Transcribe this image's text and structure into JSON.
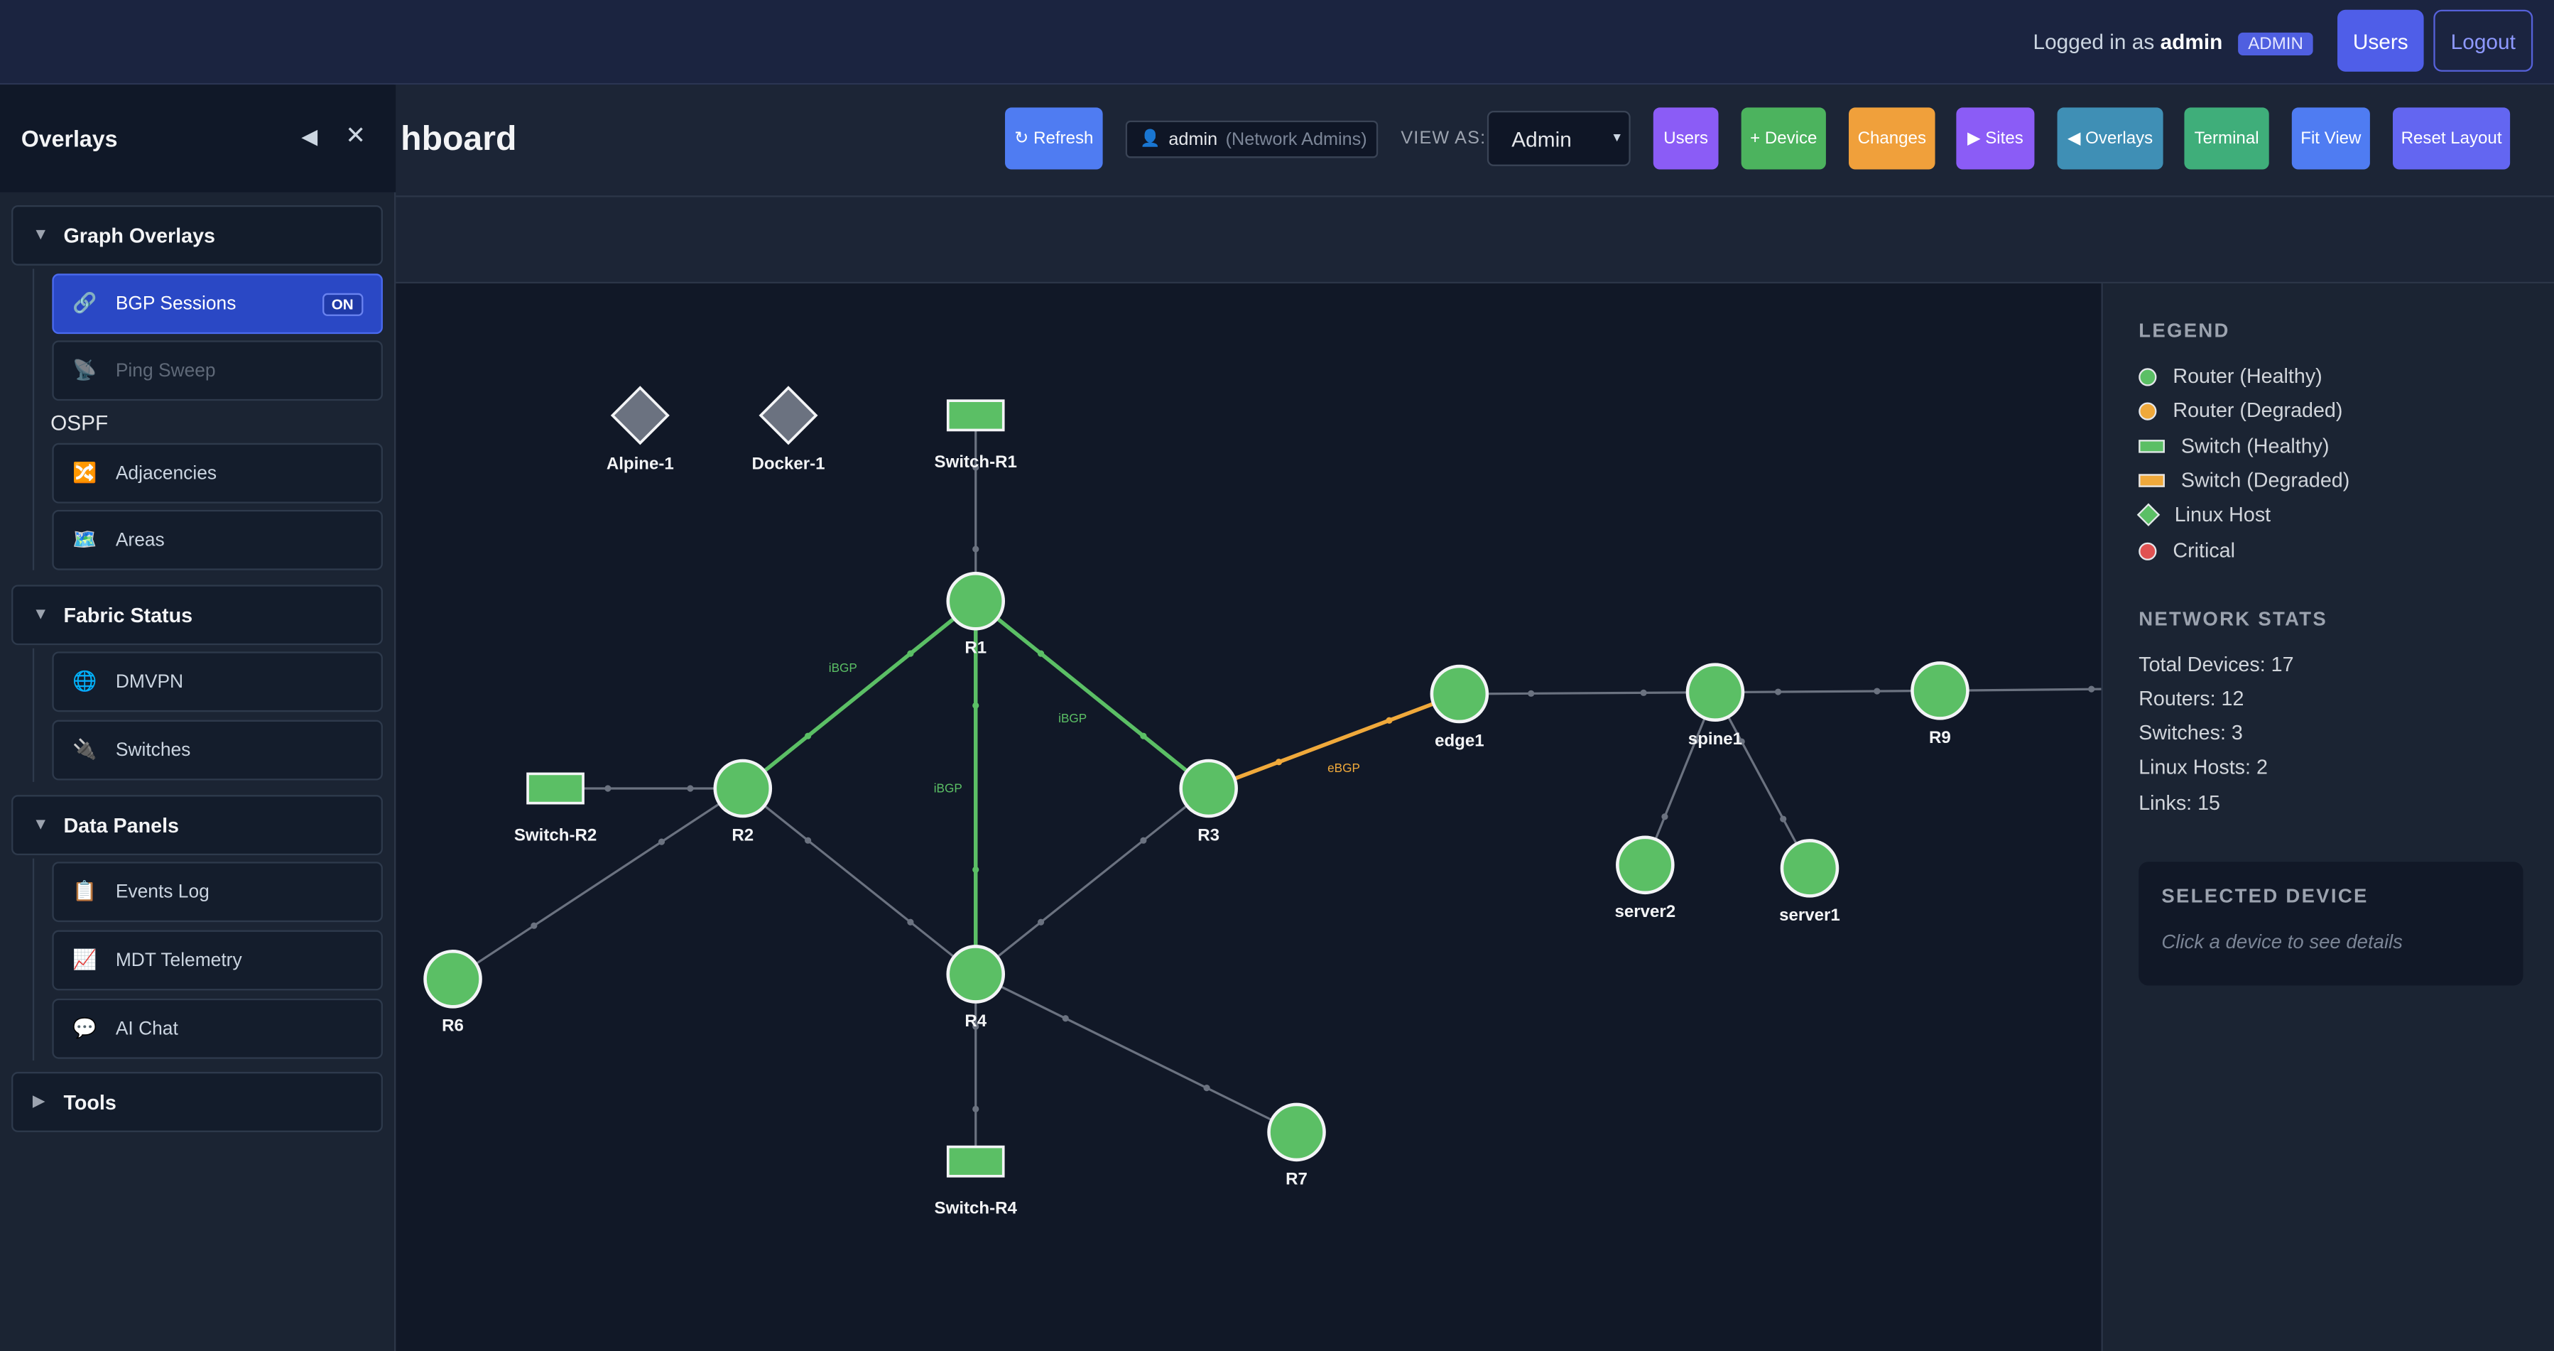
{
  "topbar": {
    "login_prefix": "Logged in as",
    "login_user": "admin",
    "role_badge": "ADMIN",
    "users_label": "Users",
    "logout_label": "Logout"
  },
  "header": {
    "title_visible": "hboard",
    "refresh_label": "↻ Refresh",
    "user_name": "admin",
    "user_group": "(Network Admins)",
    "view_as_label": "VIEW AS:",
    "view_as_value": "Admin",
    "buttons": {
      "users": "Users",
      "device": "+ Device",
      "changes": "Changes",
      "sites": "▶ Sites",
      "overlays": "◀ Overlays",
      "terminal": "Terminal",
      "fit_view": "Fit View",
      "reset_layout": "Reset Layout"
    },
    "colors": {
      "refresh": "#4f7cf2",
      "users": "#8b5cf6",
      "device": "#4cb35e",
      "changes": "#f0a03b",
      "sites": "#8b5cf6",
      "overlays": "#3f8fb5",
      "terminal": "#3fae7a",
      "fit_view": "#4f7cf2",
      "reset_layout": "#6366f1"
    }
  },
  "overlays": {
    "title": "Overlays",
    "sections": [
      {
        "label": "Graph Overlays",
        "expanded": true,
        "items": [
          {
            "label": "BGP Sessions",
            "icon": "link-icon",
            "glyph": "🔗",
            "state": "active",
            "badge": "ON"
          },
          {
            "label": "Ping Sweep",
            "icon": "satellite-dish-icon",
            "glyph": "📡",
            "state": "disabled"
          }
        ],
        "subgroup": {
          "label": "OSPF",
          "items": [
            {
              "label": "Adjacencies",
              "icon": "shuffle-icon",
              "glyph": "🔀"
            },
            {
              "label": "Areas",
              "icon": "map-icon",
              "glyph": "🗺️"
            }
          ]
        }
      },
      {
        "label": "Fabric Status",
        "expanded": true,
        "items": [
          {
            "label": "DMVPN",
            "icon": "globe-icon",
            "glyph": "🌐"
          },
          {
            "label": "Switches",
            "icon": "plug-icon",
            "glyph": "🔌"
          }
        ]
      },
      {
        "label": "Data Panels",
        "expanded": true,
        "items": [
          {
            "label": "Events Log",
            "icon": "clipboard-icon",
            "glyph": "📋"
          },
          {
            "label": "MDT Telemetry",
            "icon": "chart-icon",
            "glyph": "📈"
          },
          {
            "label": "AI Chat",
            "icon": "speech-bubble-icon",
            "glyph": "💬"
          }
        ]
      },
      {
        "label": "Tools",
        "expanded": false,
        "items": []
      }
    ]
  },
  "legend": {
    "title": "LEGEND",
    "items": [
      {
        "label": "Router (Healthy)",
        "shape": "circle",
        "color": "#5bbf65"
      },
      {
        "label": "Router (Degraded)",
        "shape": "circle",
        "color": "#f0a93b"
      },
      {
        "label": "Switch (Healthy)",
        "shape": "rect",
        "color": "#5bbf65"
      },
      {
        "label": "Switch (Degraded)",
        "shape": "rect",
        "color": "#f0a93b"
      },
      {
        "label": "Linux Host",
        "shape": "diamond",
        "color": "#5bbf65"
      },
      {
        "label": "Critical",
        "shape": "circle",
        "color": "#e05252"
      }
    ]
  },
  "stats": {
    "title": "NETWORK STATS",
    "lines": [
      "Total Devices: 17",
      "Routers: 12",
      "Switches: 3",
      "Linux Hosts: 2",
      "Links: 15"
    ]
  },
  "selected": {
    "title": "SELECTED DEVICE",
    "hint": "Click a device to see details"
  },
  "topology": {
    "colors": {
      "healthy": "#5bbf65",
      "gray": "#6b7280",
      "degraded": "#f0a93b",
      "link": "#6b7280",
      "ibgp": "#5bbf65",
      "ebgp": "#f0a93b"
    },
    "nodes": [
      {
        "id": "R1",
        "label": "R1",
        "type": "router",
        "status": "healthy"
      },
      {
        "id": "R2",
        "label": "R2",
        "type": "router",
        "status": "healthy"
      },
      {
        "id": "R3",
        "label": "R3",
        "type": "router",
        "status": "healthy"
      },
      {
        "id": "R4",
        "label": "R4",
        "type": "router",
        "status": "healthy"
      },
      {
        "id": "R6",
        "label": "R6",
        "type": "router",
        "status": "healthy"
      },
      {
        "id": "R7",
        "label": "R7",
        "type": "router",
        "status": "healthy"
      },
      {
        "id": "R9",
        "label": "R9",
        "type": "router",
        "status": "healthy"
      },
      {
        "id": "edge1",
        "label": "edge1",
        "type": "router",
        "status": "healthy"
      },
      {
        "id": "spine1",
        "label": "spine1",
        "type": "router",
        "status": "healthy"
      },
      {
        "id": "server1",
        "label": "server1",
        "type": "router",
        "status": "healthy"
      },
      {
        "id": "server2",
        "label": "server2",
        "type": "router",
        "status": "healthy"
      },
      {
        "id": "Switch-R1",
        "label": "Switch-R1",
        "type": "switch",
        "status": "healthy"
      },
      {
        "id": "Switch-R2",
        "label": "Switch-R2",
        "type": "switch",
        "status": "healthy"
      },
      {
        "id": "Switch-R4",
        "label": "Switch-R4",
        "type": "switch",
        "status": "healthy"
      },
      {
        "id": "Alpine-1",
        "label": "Alpine-1",
        "type": "host",
        "status": "unknown"
      },
      {
        "id": "Docker-1",
        "label": "Docker-1",
        "type": "host",
        "status": "unknown"
      }
    ],
    "links": [
      {
        "a": "Switch-R1",
        "b": "R1",
        "kind": "plain"
      },
      {
        "a": "R1",
        "b": "R2",
        "kind": "ibgp",
        "label": "iBGP"
      },
      {
        "a": "R1",
        "b": "R3",
        "kind": "ibgp",
        "label": "iBGP"
      },
      {
        "a": "R1",
        "b": "R4",
        "kind": "ibgp",
        "label": "iBGP"
      },
      {
        "a": "Switch-R2",
        "b": "R2",
        "kind": "plain"
      },
      {
        "a": "R2",
        "b": "R6",
        "kind": "plain"
      },
      {
        "a": "R2",
        "b": "R4",
        "kind": "plain"
      },
      {
        "a": "R3",
        "b": "R4",
        "kind": "plain"
      },
      {
        "a": "R3",
        "b": "edge1",
        "kind": "ebgp",
        "label": "eBGP"
      },
      {
        "a": "R4",
        "b": "Switch-R4",
        "kind": "plain"
      },
      {
        "a": "R4",
        "b": "R7",
        "kind": "plain"
      },
      {
        "a": "edge1",
        "b": "spine1",
        "kind": "plain"
      },
      {
        "a": "spine1",
        "b": "R9",
        "kind": "plain"
      },
      {
        "a": "spine1",
        "b": "server2",
        "kind": "plain"
      },
      {
        "a": "spine1",
        "b": "server1",
        "kind": "plain"
      }
    ]
  }
}
